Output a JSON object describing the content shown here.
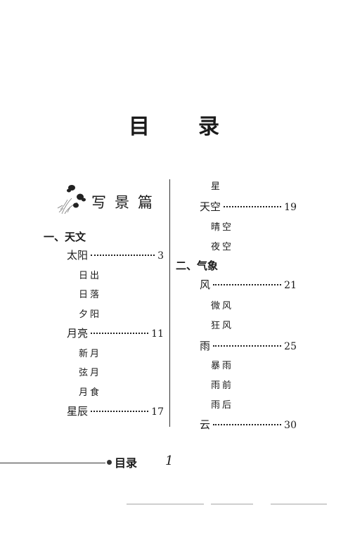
{
  "page_title": [
    "目",
    "录"
  ],
  "section": {
    "title": "写景篇"
  },
  "left_column": {
    "category": "一、天文",
    "entries": [
      {
        "label": "太阳",
        "page": "3"
      },
      {
        "label": "日出"
      },
      {
        "label": "日落"
      },
      {
        "label": "夕阳"
      },
      {
        "label": "月亮",
        "page": "11"
      },
      {
        "label": "新月"
      },
      {
        "label": "弦月"
      },
      {
        "label": "月食"
      },
      {
        "label": "星辰",
        "page": "17"
      }
    ]
  },
  "right_column": {
    "entries_before": [
      {
        "label": "星"
      },
      {
        "label": "天空",
        "page": "19"
      },
      {
        "label": "晴空"
      },
      {
        "label": "夜空"
      }
    ],
    "category": "二、气象",
    "entries_after": [
      {
        "label": "风",
        "page": "21"
      },
      {
        "label": "微风"
      },
      {
        "label": "狂风"
      },
      {
        "label": "雨",
        "page": "25"
      },
      {
        "label": "暴雨"
      },
      {
        "label": "雨前"
      },
      {
        "label": "雨后"
      },
      {
        "label": "云",
        "page": "30"
      }
    ]
  },
  "footer": {
    "label": "目录",
    "page_number": "1"
  }
}
